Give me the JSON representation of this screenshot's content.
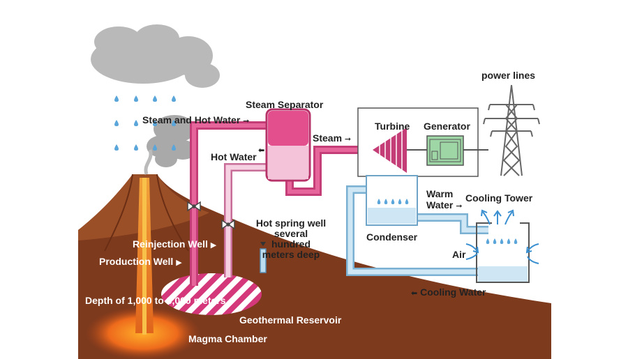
{
  "labels": {
    "steam_hot_water": "Steam and Hot Water",
    "steam_separator": "Steam Separator",
    "hot_water": "Hot Water",
    "steam": "Steam",
    "turbine": "Turbine",
    "generator": "Generator",
    "power_lines": "power lines",
    "warm_water_1": "Warm",
    "warm_water_2": "Water",
    "cooling_tower": "Cooling Tower",
    "condenser": "Condenser",
    "air": "Air",
    "hot_spring_1": "Hot spring well",
    "hot_spring_2": "several",
    "hot_spring_3": "hundred",
    "hot_spring_4": "meters deep",
    "reinjection_well": "Reinjection Well",
    "production_well": "Production Well",
    "depth": "Depth of 1,000 to 3,000 meters",
    "geothermal_reservoir": "Geothermal Reservoir",
    "magma_chamber": "Magma Chamber",
    "cooling_water": "Cooling Water"
  },
  "colors": {
    "ground_dark": "#7a3518",
    "ground_light": "#a65a2c",
    "steam_pipe": "#d6457f",
    "hot_water_pipe": "#f1c6d9",
    "cooling_pipe": "#bcdcef",
    "magma": "#f08a1e",
    "cloud": "#b7b7b7",
    "rain": "#4f9ed6",
    "generator": "#9fd7a8"
  }
}
